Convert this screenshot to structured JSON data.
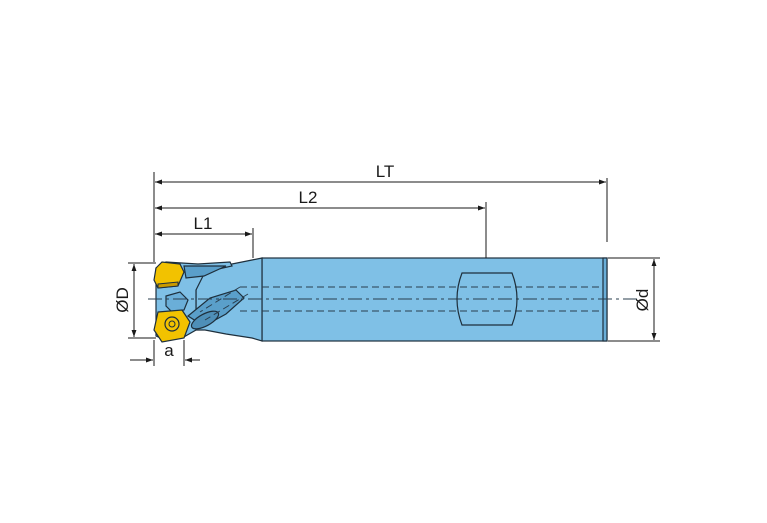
{
  "diagram": {
    "labels": {
      "lt": "LT",
      "l2": "L2",
      "l1": "L1",
      "dia_D": "ØD",
      "dia_d": "Ød",
      "a": "a"
    },
    "colors": {
      "tool_body": "#7fc0e6",
      "tool_body_dark": "#5a9fca",
      "insert": "#f2c200",
      "insert_dark": "#c99a00",
      "line": "#1a1a1a"
    }
  }
}
